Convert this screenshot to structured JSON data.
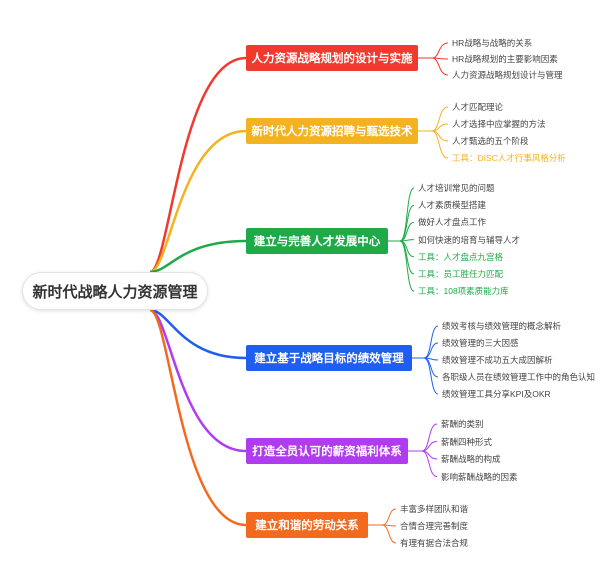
{
  "root": {
    "label": "新时代战略人力资源管理"
  },
  "branches": [
    {
      "label": "人力资源战略规划的设计与实施",
      "color": "#f03a2e",
      "leaves": [
        {
          "text": "HR战略与战略的关系"
        },
        {
          "text": "HR战略规划的主要影响因素"
        },
        {
          "text": "人力资源战略规划设计与管理"
        }
      ]
    },
    {
      "label": "新时代人力资源招聘与甄选技术",
      "color": "#f3b21f",
      "leaves": [
        {
          "text": "人才匹配理论"
        },
        {
          "text": "人才选择中应掌握的方法"
        },
        {
          "text": "人才甄选的五个阶段"
        },
        {
          "text": "工具：DISC人才行事风格分析",
          "accent": true
        }
      ]
    },
    {
      "label": "建立与完善人才发展中心",
      "color": "#1faa4a",
      "leaves": [
        {
          "text": "人才培训常见的问题"
        },
        {
          "text": "人才素质模型搭建"
        },
        {
          "text": "做好人才盘点工作"
        },
        {
          "text": "如何快速的培育与辅导人才"
        },
        {
          "text": "工具：人才盘点九宫格",
          "accent": true
        },
        {
          "text": "工具：员工胜任力匹配",
          "accent": true
        },
        {
          "text": "工具：108项素质能力库",
          "accent": true
        }
      ]
    },
    {
      "label": "建立基于战略目标的绩效管理",
      "color": "#1f5ef0",
      "leaves": [
        {
          "text": "绩效考核与绩效管理的概念解析"
        },
        {
          "text": "绩效管理的三大因感"
        },
        {
          "text": "绩效管理不成功五大成因解析"
        },
        {
          "text": "各职级人员在绩效管理工作中的角色认知"
        },
        {
          "text": "绩效管理工具分享KPI及OKR"
        }
      ]
    },
    {
      "label": "打造全员认可的薪资福利体系",
      "color": "#b03cf0",
      "leaves": [
        {
          "text": "薪酬的类别"
        },
        {
          "text": "薪酬四种形式"
        },
        {
          "text": "薪酬战略的构成"
        },
        {
          "text": "影响薪酬战略的因素"
        }
      ]
    },
    {
      "label": "建立和谐的劳动关系",
      "color": "#f36a1f",
      "leaves": [
        {
          "text": "丰富多样团队和谐"
        },
        {
          "text": "合情合理完善制度"
        },
        {
          "text": "有理有据合法合规"
        }
      ]
    }
  ]
}
